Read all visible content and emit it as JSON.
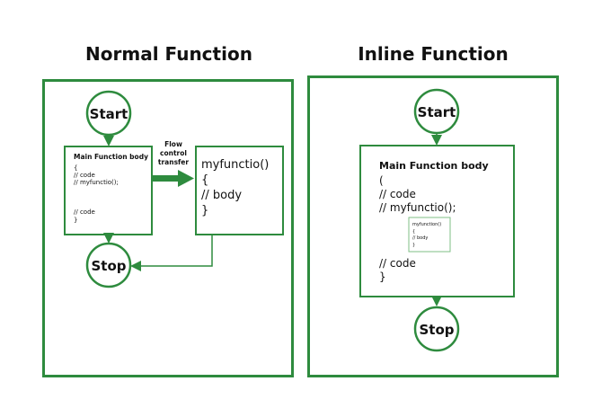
{
  "normal": {
    "heading": "Normal Function",
    "start_label": "Start",
    "stop_label": "Stop",
    "main_body": {
      "title": "Main Function body",
      "lines": [
        "{",
        "// code",
        "//  myfunctio();",
        "",
        "",
        "// code",
        "}"
      ]
    },
    "transfer_label": [
      "Flow",
      "control",
      "transfer"
    ],
    "callee": {
      "lines": [
        "myfunctio()",
        "{",
        "// body",
        "}"
      ]
    }
  },
  "inline": {
    "heading": "Inline Function",
    "start_label": "Start",
    "stop_label": "Stop",
    "main_body": {
      "title": "Main Function body",
      "lines": [
        "(",
        "// code",
        "// myfunctio();"
      ],
      "tail_lines": [
        "// code",
        "}"
      ]
    },
    "inlined": {
      "lines": [
        "myfunction()",
        "{",
        "// body",
        "}"
      ]
    }
  },
  "colors": {
    "green": "#2e8b3e",
    "light_green": "#7fbf86",
    "text": "#111111"
  }
}
